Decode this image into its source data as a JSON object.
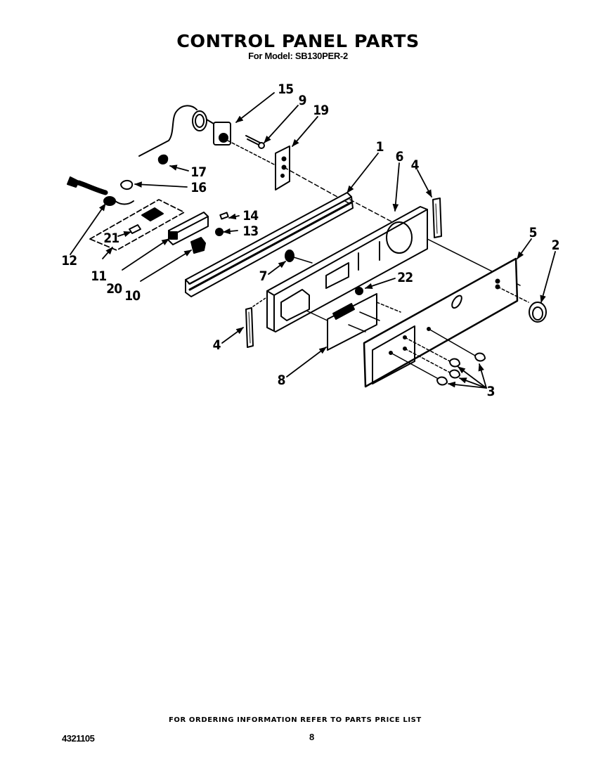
{
  "header": {
    "title": "CONTROL PANEL PARTS",
    "subtitle": "For Model: SB130PER-2"
  },
  "diagram": {
    "callouts": [
      {
        "id": "1",
        "label": "1"
      },
      {
        "id": "2",
        "label": "2"
      },
      {
        "id": "3",
        "label": "3"
      },
      {
        "id": "4a",
        "label": "4"
      },
      {
        "id": "4b",
        "label": "4"
      },
      {
        "id": "5",
        "label": "5"
      },
      {
        "id": "6",
        "label": "6"
      },
      {
        "id": "7",
        "label": "7"
      },
      {
        "id": "8",
        "label": "8"
      },
      {
        "id": "9",
        "label": "9"
      },
      {
        "id": "10",
        "label": "10"
      },
      {
        "id": "11",
        "label": "11"
      },
      {
        "id": "12",
        "label": "12"
      },
      {
        "id": "13",
        "label": "13"
      },
      {
        "id": "14",
        "label": "14"
      },
      {
        "id": "15",
        "label": "15"
      },
      {
        "id": "16",
        "label": "16"
      },
      {
        "id": "17",
        "label": "17"
      },
      {
        "id": "19",
        "label": "19"
      },
      {
        "id": "20",
        "label": "20"
      },
      {
        "id": "21",
        "label": "21"
      },
      {
        "id": "22",
        "label": "22"
      }
    ]
  },
  "footer": {
    "note": "FOR ORDERING INFORMATION REFER TO PARTS PRICE LIST",
    "doc_number": "4321105",
    "page_number": "8"
  }
}
